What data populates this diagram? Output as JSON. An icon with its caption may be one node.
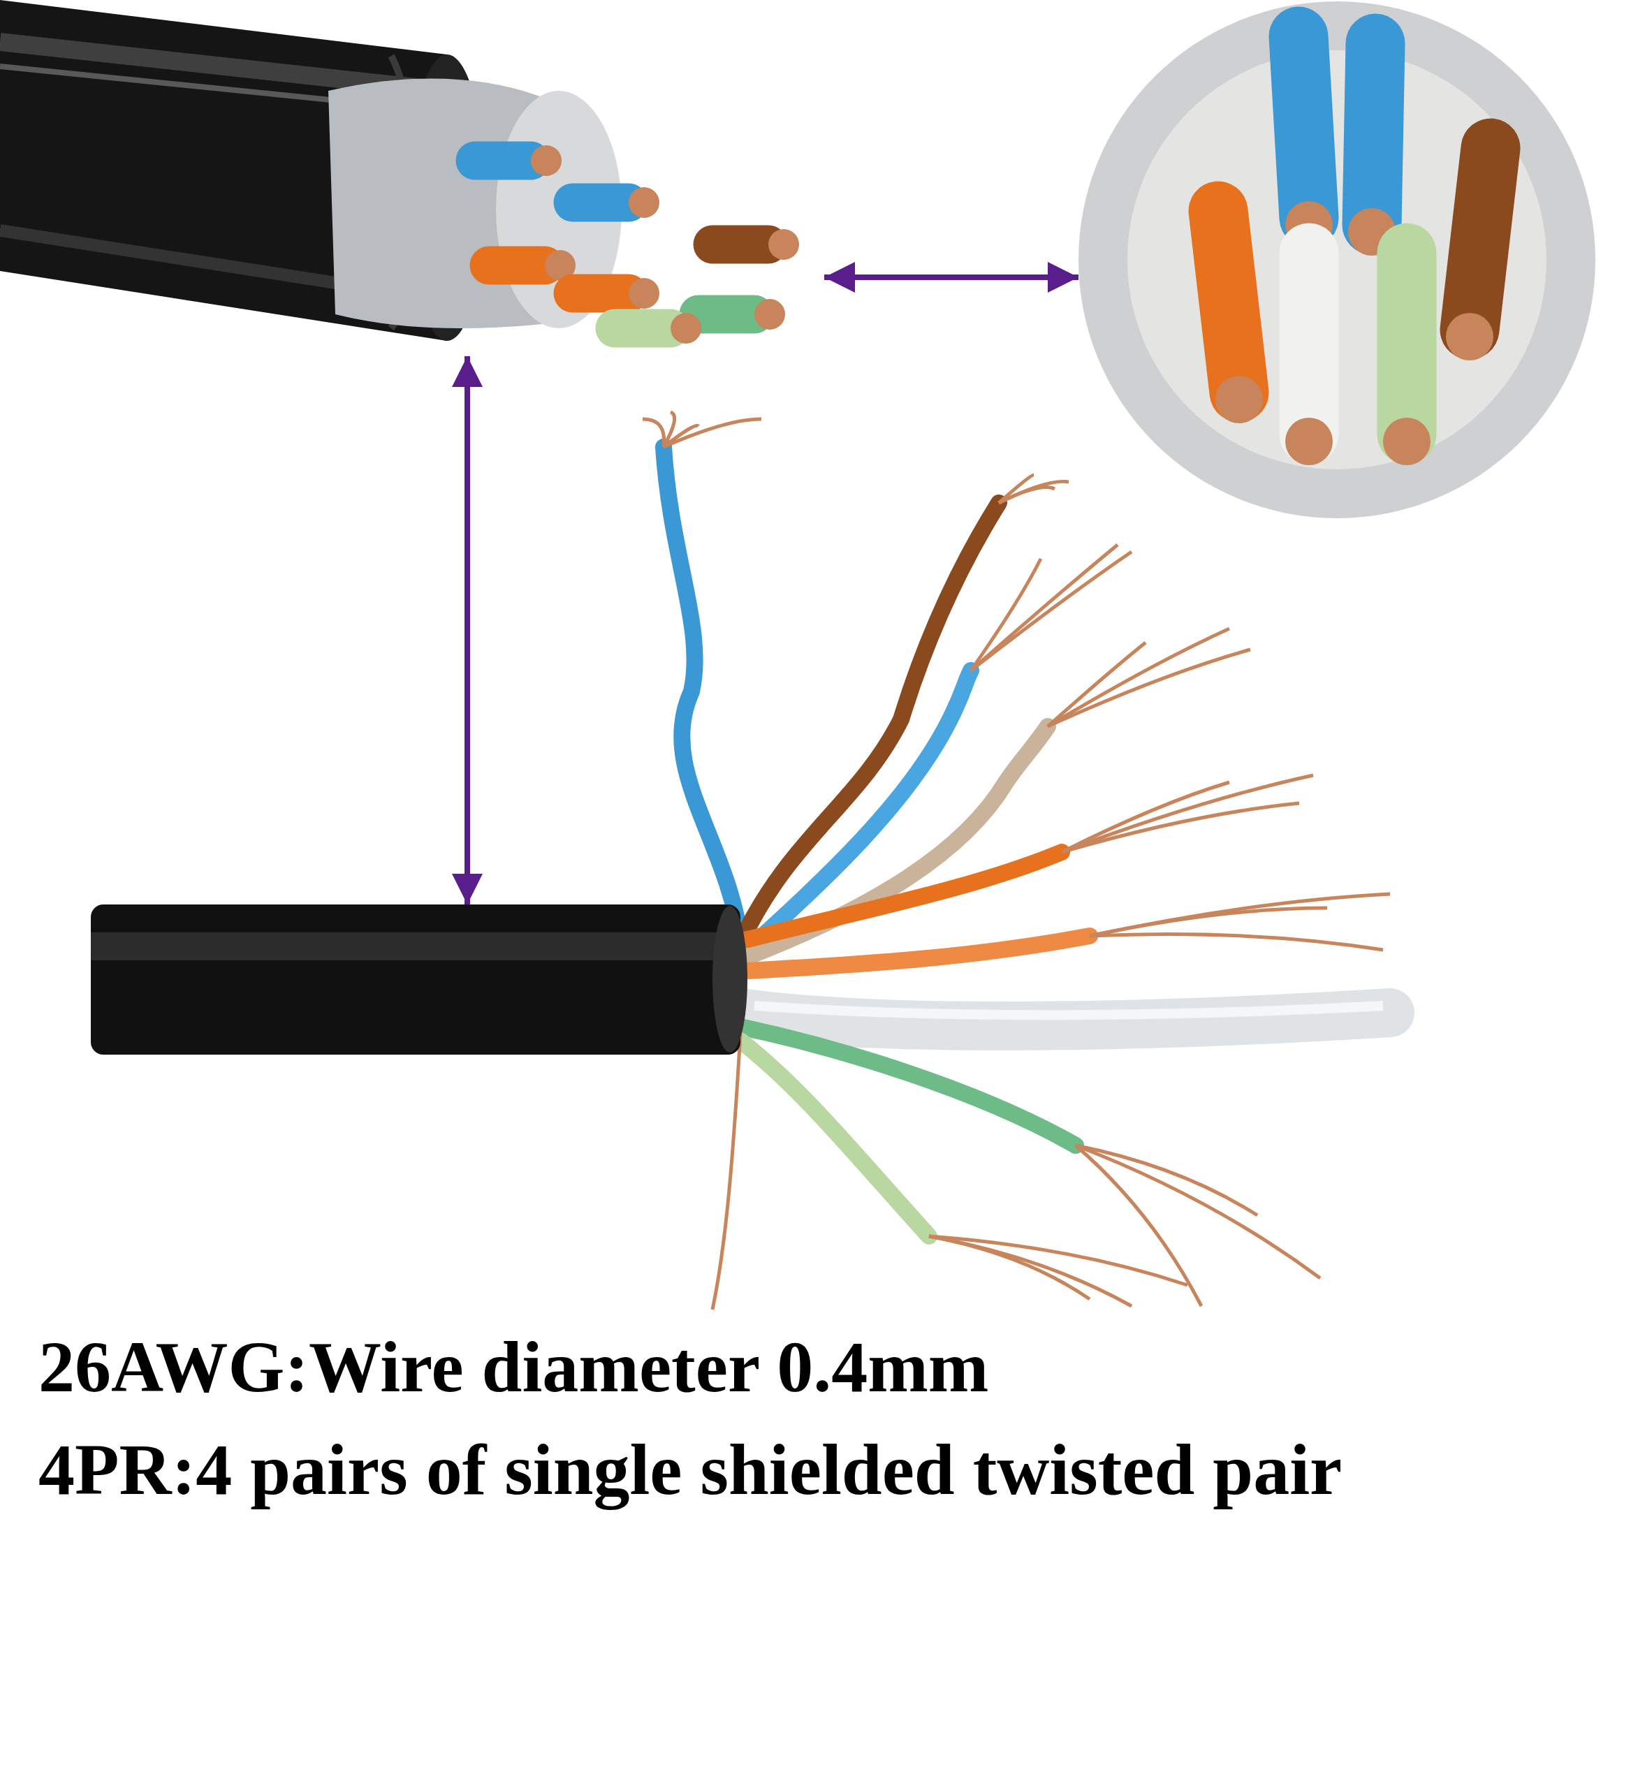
{
  "diagram": {
    "nodes": [
      {
        "text": [],
        "shape": "picture"
      },
      {
        "text": [],
        "shape": "picture"
      },
      {
        "text": [],
        "shape": "picture"
      }
    ],
    "edges": [
      {
        "from": 0,
        "to": 1,
        "arrow": "both"
      },
      {
        "from": 0,
        "to": 2,
        "arrow": "both"
      }
    ],
    "labels": [
      "26AWG:Wire diameter 0.4mm",
      "4PR:4 pairs of single shielded twisted pair"
    ]
  }
}
